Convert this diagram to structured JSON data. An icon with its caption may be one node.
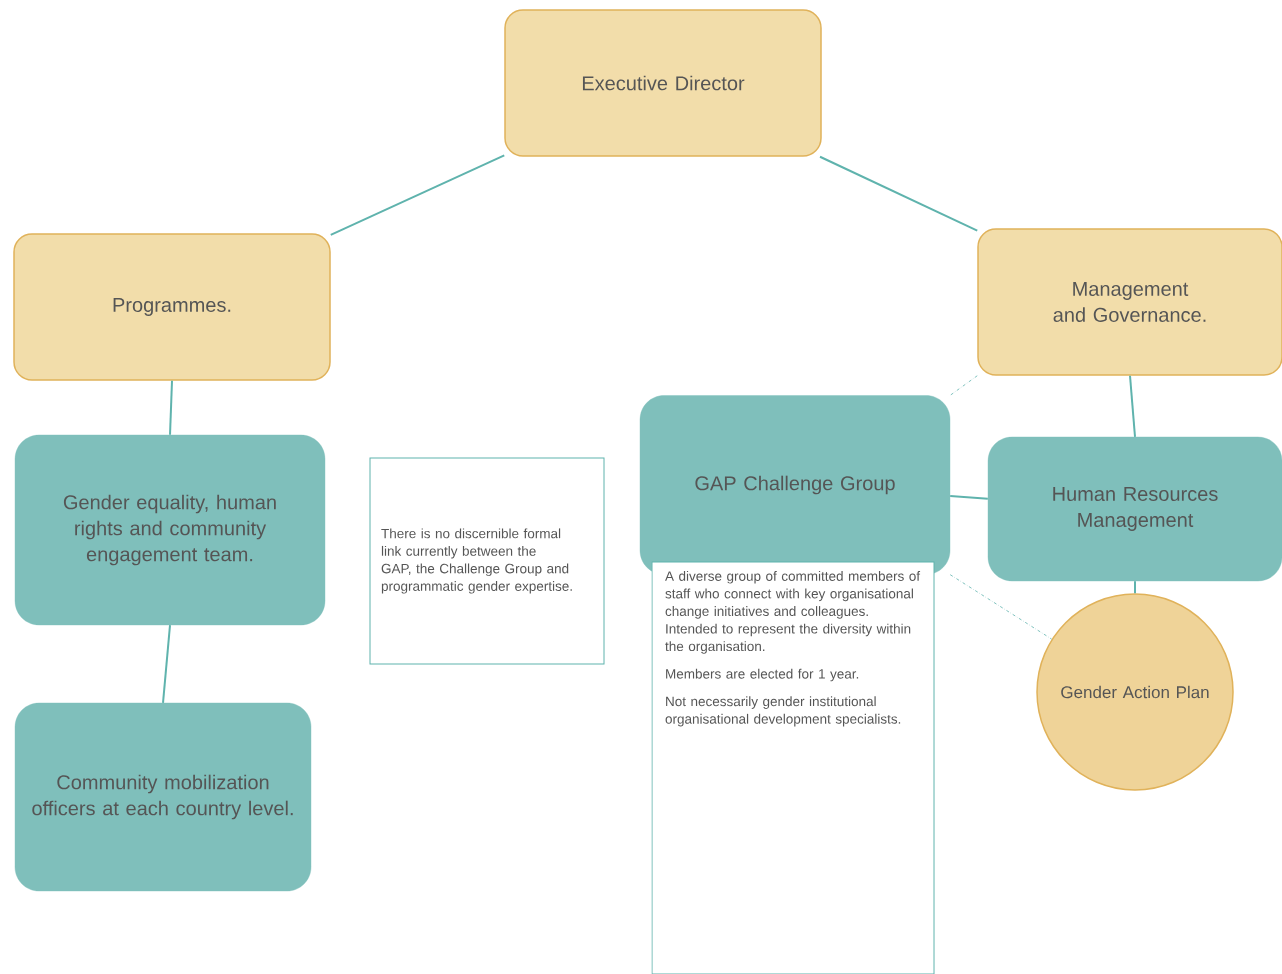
{
  "diagram": {
    "nodes": [
      {
        "text": [
          "Executive Director"
        ]
      },
      {
        "text": [
          "Programmes."
        ]
      },
      {
        "text": [
          "Management and Governance."
        ]
      },
      {
        "text": [
          "Gender equality, human rights and community engagement team."
        ]
      },
      {
        "text": [
          "Community mobilization officers at each country level."
        ]
      },
      {
        "text": [
          "There is no discernible formal link currently between the GAP, the Challenge Group and programmatic gender expertise."
        ]
      },
      {
        "text": [
          "GAP Challenge Group"
        ]
      },
      {
        "text": [
          "A diverse group of committed members of staff who connect with key organisational change initiatives and colleagues. Intended to represent the diversity within the organisation.",
          "Members are elected for 1 year.",
          "Not necessarily gender institutional organisational development specialists."
        ]
      },
      {
        "text": [
          "Human Resources Management"
        ]
      },
      {
        "text": [
          "Gender Action Plan"
        ]
      }
    ],
    "edges": [
      {
        "from": 0,
        "to": 1,
        "arrow": "none"
      },
      {
        "from": 0,
        "to": 2,
        "arrow": "none"
      },
      {
        "from": 1,
        "to": 3,
        "arrow": "none"
      },
      {
        "from": 3,
        "to": 4,
        "arrow": "none"
      },
      {
        "from": 2,
        "to": 8,
        "arrow": "none"
      },
      {
        "from": 8,
        "to": 9,
        "arrow": "none"
      },
      {
        "from": 6,
        "to": 8,
        "arrow": "none"
      },
      {
        "from": 2,
        "to": 6,
        "arrow": "none",
        "style": "dashed"
      },
      {
        "from": 6,
        "to": 9,
        "arrow": "none",
        "style": "dashed"
      }
    ]
  }
}
